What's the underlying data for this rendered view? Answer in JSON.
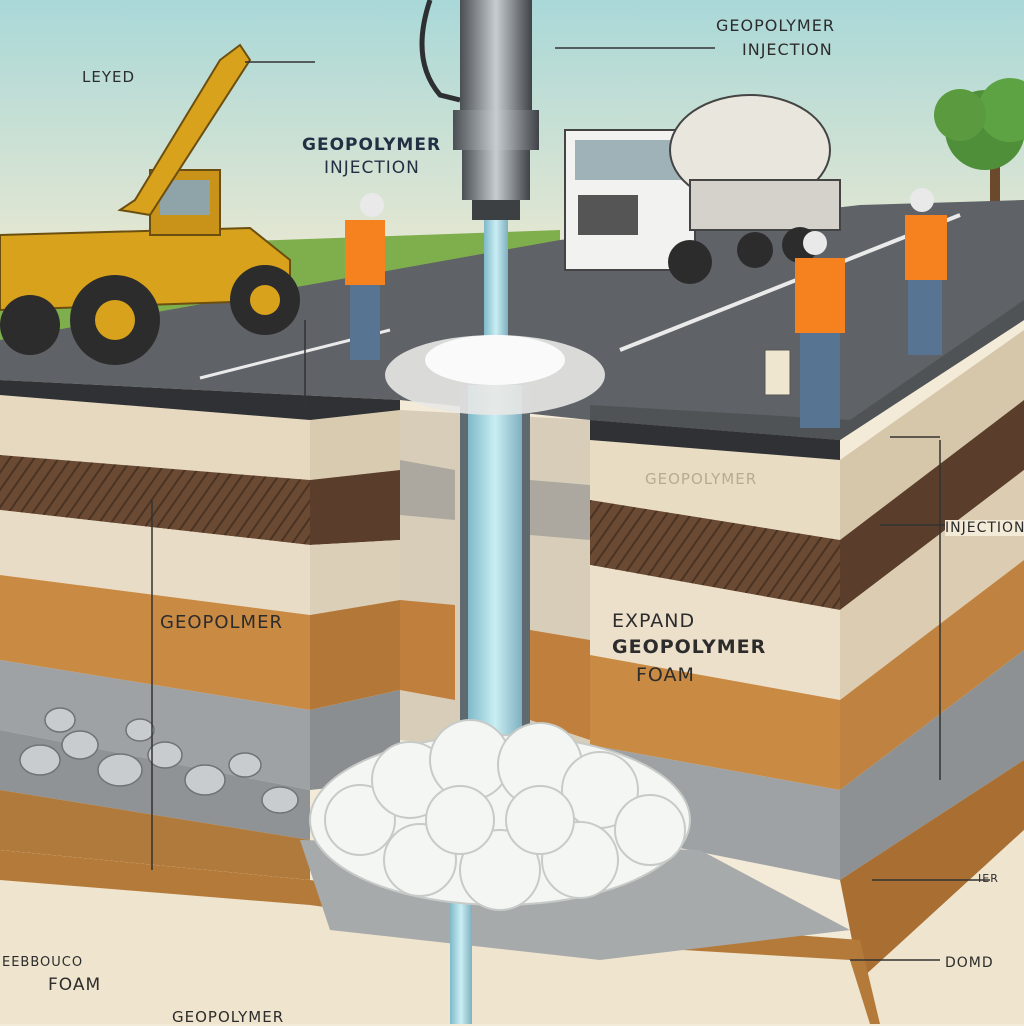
{
  "labels": {
    "leyed": "LEYED",
    "top_right_line1": "GEOPOLYMER",
    "top_right_line2": "INJECTION",
    "center_line1": "GEOPOLYMER",
    "center_line2": "INJECTION",
    "block_right": "GEOPOLYMER",
    "right_injection": "INJECTION",
    "left_mid": "GEOPOLMER",
    "expand_line1": "EXPAND",
    "expand_line2": "GEOPOLYMER",
    "expand_line3": "FOAM",
    "bottom_left_line1": "EEBBOUCO",
    "bottom_left_line2": "FOAM",
    "bottom_center": "GEOPOLYMER",
    "bottom_right": "DOMD",
    "right_small": "IER"
  },
  "colors": {
    "sky": "#bfe0dc",
    "asphalt": "#5f6266",
    "grass": "#7fae4c",
    "soil_light": "#e6d9c0",
    "soil_dark": "#6b4a34",
    "soil_orange": "#c98a44",
    "gravel": "#9ea2a4",
    "foam": "#f4f6f4",
    "pipe": "#a9d6e0",
    "vest": "#f5821f",
    "excavator": "#d9a21c"
  },
  "icons": [
    "excavator-icon",
    "cement-truck-icon",
    "worker-icon",
    "tree-icon",
    "injection-nozzle-icon"
  ]
}
